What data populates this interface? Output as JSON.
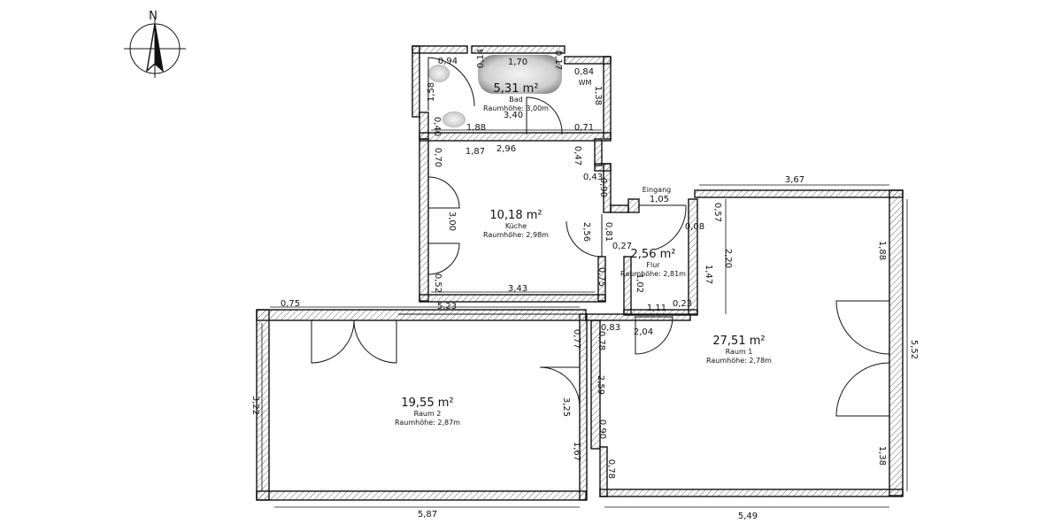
{
  "compass": {
    "label": "N"
  },
  "rooms": [
    {
      "area": "5,31 m²",
      "name": "Bad",
      "height": "Raumhöhe: 3,00m"
    },
    {
      "area": "10,18 m²",
      "name": "Küche",
      "height": "Raumhöhe: 2,98m"
    },
    {
      "area": "2,56 m²",
      "name": "Flur",
      "height": "Raumhöhe: 2,81m"
    },
    {
      "area": "27,51 m²",
      "name": "Raum 1",
      "height": "Raumhöhe: 2,78m"
    },
    {
      "area": "19,55 m²",
      "name": "Raum 2",
      "height": "Raumhöhe: 2,87m"
    }
  ],
  "labels": {
    "entrance": "Eingang",
    "washing_machine": "WM"
  },
  "dimensions": [
    "0,94",
    "1,70",
    "0,14",
    "0,17",
    "0,84",
    "1,58",
    "1,38",
    "3,40",
    "0,40",
    "1,88",
    "0,71",
    "1,87",
    "2,96",
    "0,70",
    "0,47",
    "0,43",
    "0,90",
    "3,00",
    "2,56",
    "0,81",
    "0,75",
    "0,52",
    "3,43",
    "0,27",
    "1,05",
    "0,08",
    "0,57",
    "2,20",
    "1,47",
    "1,02",
    "1,11",
    "0,23",
    "3,67",
    "1,88",
    "5,52",
    "1,38",
    "5,49",
    "0,83",
    "2,04",
    "0,78",
    "2,59",
    "0,90",
    "0,78",
    "0,75",
    "5,23",
    "3,22",
    "0,77",
    "3,25",
    "1,67",
    "5,87"
  ]
}
